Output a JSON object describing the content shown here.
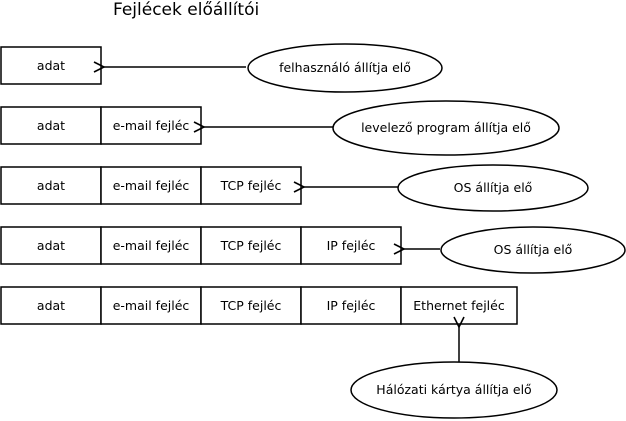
{
  "title": "Fejlécek előállítói",
  "rows": [
    {
      "cells": [
        "adat"
      ],
      "source": "felhasználó állítja elő"
    },
    {
      "cells": [
        "adat",
        "e-mail fejléc"
      ],
      "source": "levelező program állítja elő"
    },
    {
      "cells": [
        "adat",
        "e-mail fejléc",
        "TCP fejléc"
      ],
      "source": "OS állítja elő"
    },
    {
      "cells": [
        "adat",
        "e-mail fejléc",
        "TCP fejléc",
        "IP fejléc"
      ],
      "source": "OS állítja elő"
    },
    {
      "cells": [
        "adat",
        "e-mail fejléc",
        "TCP fejléc",
        "IP fejléc",
        "Ethernet fejléc"
      ],
      "source": "Hálózati kártya állítja elő"
    }
  ]
}
